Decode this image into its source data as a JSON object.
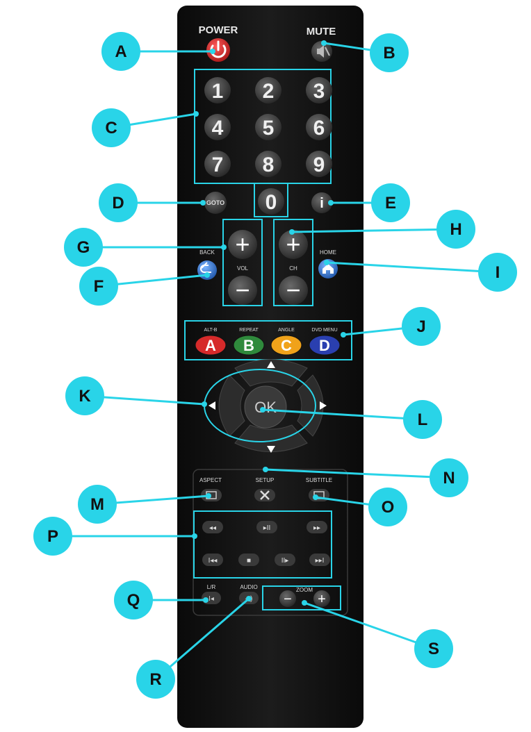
{
  "remote": {
    "power_label": "POWER",
    "mute_label": "MUTE",
    "digits": [
      "1",
      "2",
      "3",
      "4",
      "5",
      "6",
      "7",
      "8",
      "9",
      "0"
    ],
    "goto_label": "GOTO",
    "info_glyph": "i",
    "back_label": "BACK",
    "home_label": "HOME",
    "vol_label": "VOL",
    "ch_label": "CH",
    "plus_glyph": "+",
    "minus_glyph": "−",
    "color_keys": [
      {
        "letter": "A",
        "caption": "ALT-B",
        "color": "#d62a2a"
      },
      {
        "letter": "B",
        "caption": "REPEAT",
        "color": "#2f8a3c"
      },
      {
        "letter": "C",
        "caption": "ANGLE",
        "color": "#f0a21a"
      },
      {
        "letter": "D",
        "caption": "DVD MENU",
        "color": "#2a3fb0"
      }
    ],
    "ok_label": "OK",
    "aspect_label": "ASPECT",
    "setup_label": "SETUP",
    "subtitle_label": "SUBTITLE",
    "lr_label": "L/R",
    "audio_label": "AUDIO",
    "zoom_label": "ZOOM",
    "media_row1": [
      "◂◂",
      "▸II",
      "▸▸"
    ],
    "media_row2": [
      "I◂◂",
      "■",
      "II▸",
      "▸▸I"
    ]
  },
  "callouts": [
    "A",
    "B",
    "C",
    "D",
    "E",
    "F",
    "G",
    "H",
    "I",
    "J",
    "K",
    "L",
    "M",
    "N",
    "O",
    "P",
    "Q",
    "R",
    "S"
  ],
  "colors": {
    "callout_fill": "#29d4e8",
    "callout_line": "#29d4e8",
    "remote_body": "#141414",
    "button": "#3a3a3a",
    "power": "#d62a2a",
    "blue_key": "#3a7fd6"
  }
}
